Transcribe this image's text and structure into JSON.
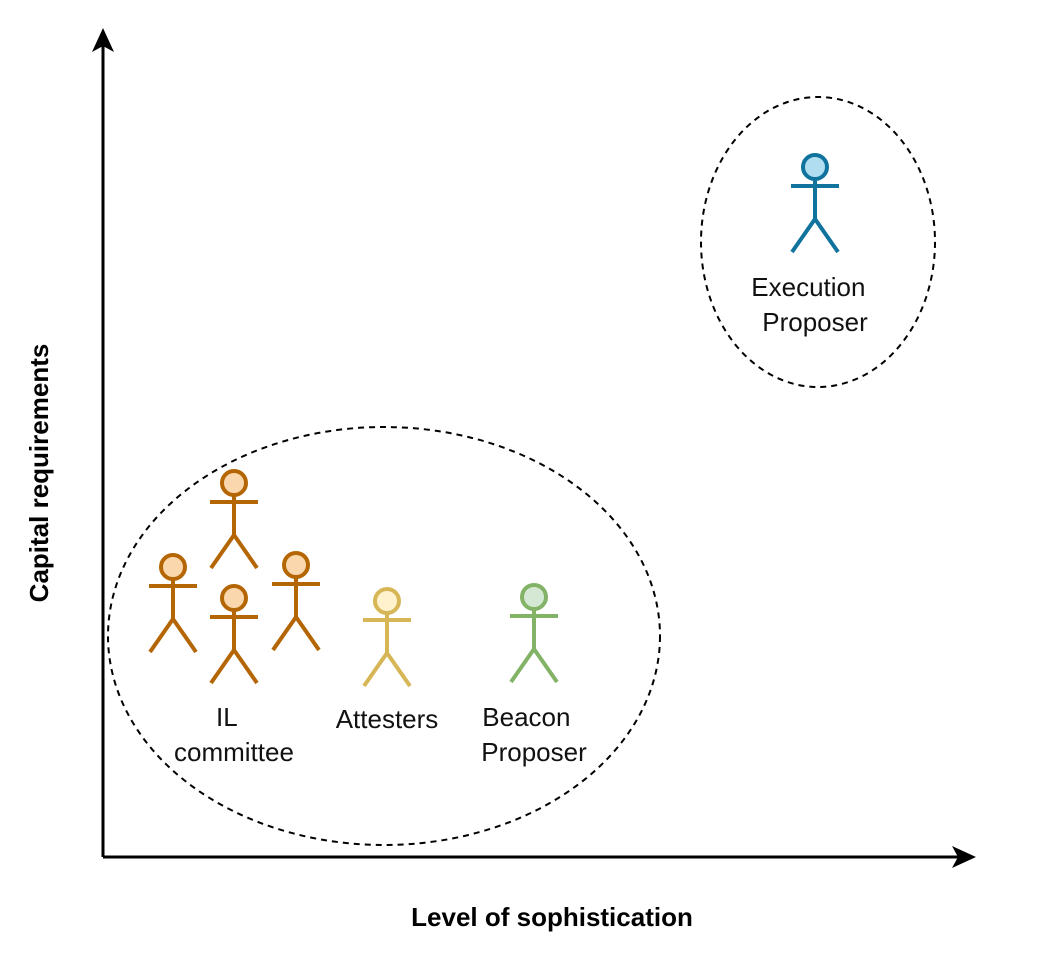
{
  "axes": {
    "x_label": "Level of sophistication",
    "y_label": "Capital requirements"
  },
  "groups": [
    {
      "name": "execution-group",
      "actors": [
        {
          "id": "execution-proposer",
          "label_lines": [
            "Execution",
            "Proposer"
          ],
          "fill": "#b1ddf0",
          "stroke": "#10739e",
          "figure_count": 1
        }
      ]
    },
    {
      "name": "beacon-group",
      "actors": [
        {
          "id": "il-committee",
          "label_lines": [
            "IL",
            "committee"
          ],
          "fill": "#fad7ac",
          "stroke": "#b46504",
          "figure_count": 4
        },
        {
          "id": "attesters",
          "label_lines": [
            "Attesters"
          ],
          "fill": "#fff2cc",
          "stroke": "#d6b656",
          "figure_count": 1
        },
        {
          "id": "beacon-proposer",
          "label_lines": [
            "Beacon",
            "Proposer"
          ],
          "fill": "#d5e8d4",
          "stroke": "#82b366",
          "figure_count": 1
        }
      ]
    }
  ]
}
